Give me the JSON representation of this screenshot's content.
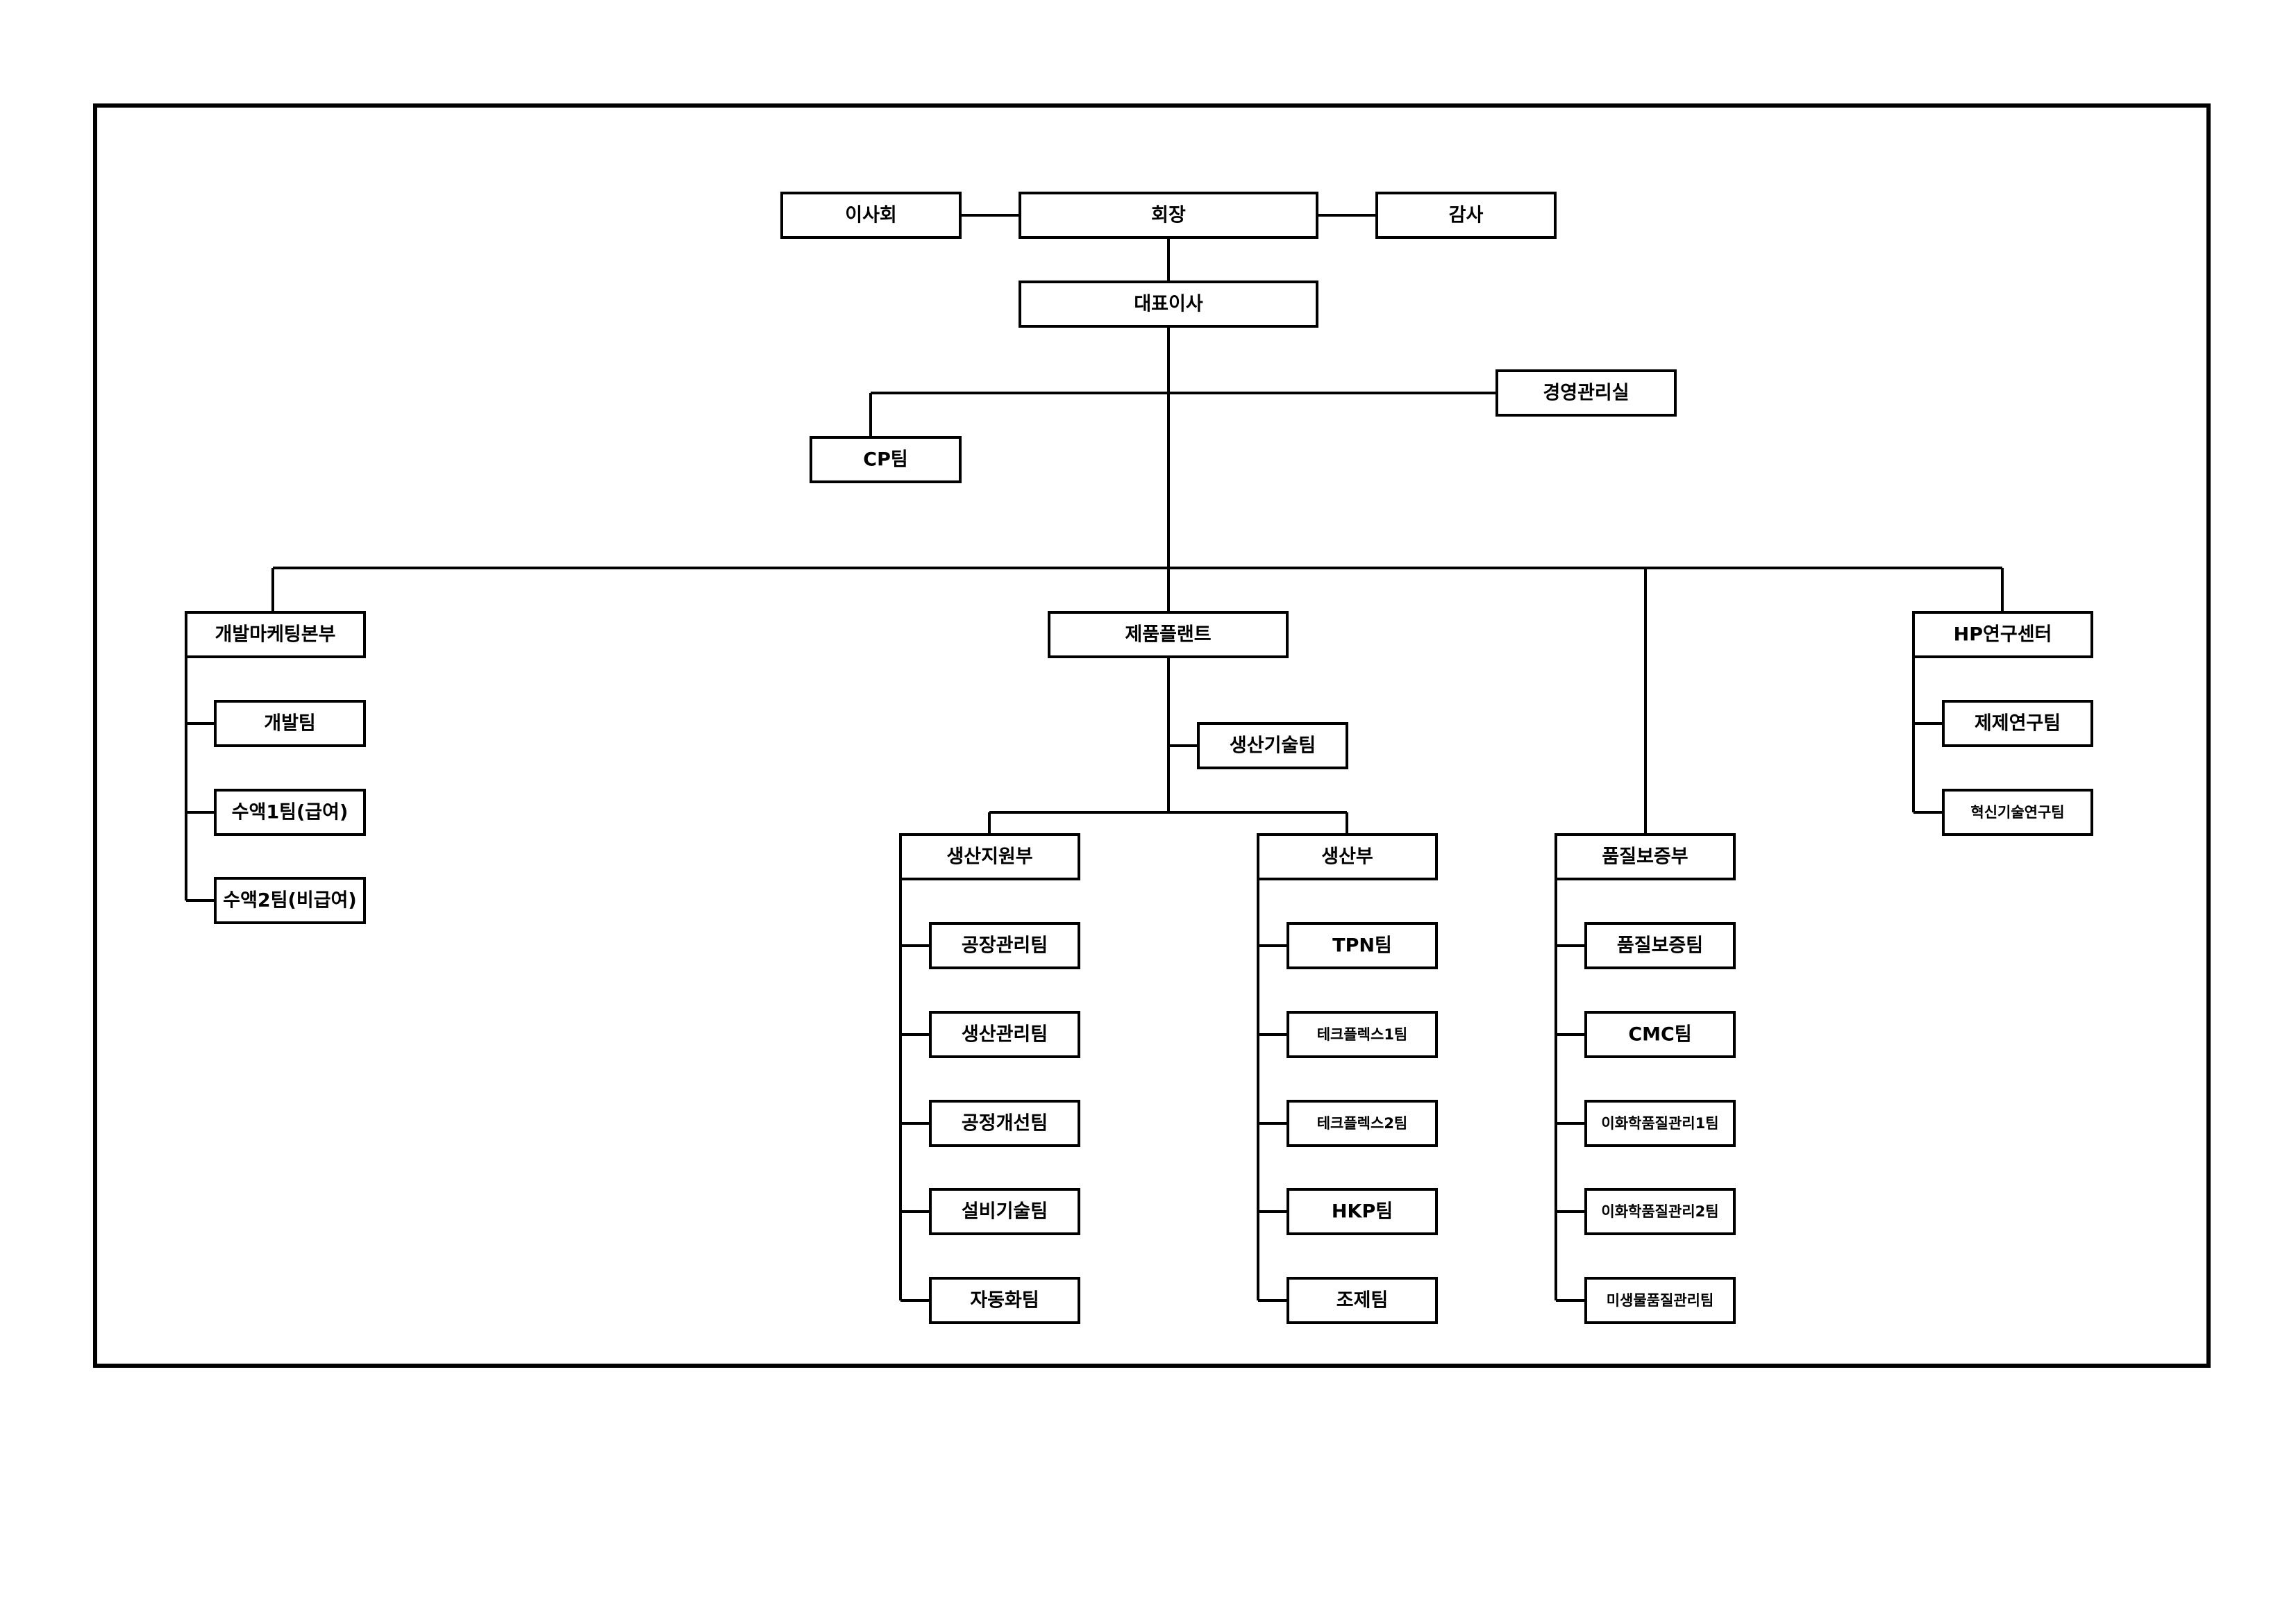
{
  "org": {
    "board": "이사회",
    "chairman": "회장",
    "audit": "감사",
    "ceo": "대표이사",
    "mgmt_office": "경영관리실",
    "cp_team": "CP팀",
    "dev_marketing": {
      "title": "개발마케팅본부",
      "teams": [
        "개발팀",
        "수액1팀(급여)",
        "수액2팀(비급여)"
      ]
    },
    "plant": {
      "title": "제품플랜트",
      "tech_team": "생산기술팀",
      "support": {
        "title": "생산지원부",
        "teams": [
          "공장관리팀",
          "생산관리팀",
          "공정개선팀",
          "설비기술팀",
          "자동화팀"
        ]
      },
      "production": {
        "title": "생산부",
        "teams": [
          "TPN팀",
          "테크플렉스1팀",
          "테크플렉스2팀",
          "HKP팀",
          "조제팀"
        ]
      }
    },
    "qa": {
      "title": "품질보증부",
      "teams": [
        "품질보증팀",
        "CMC팀",
        "이화학품질관리1팀",
        "이화학품질관리2팀",
        "미생물품질관리팀"
      ]
    },
    "hp_center": {
      "title": "HP연구센터",
      "teams": [
        "제제연구팀",
        "혁신기술연구팀"
      ]
    }
  }
}
